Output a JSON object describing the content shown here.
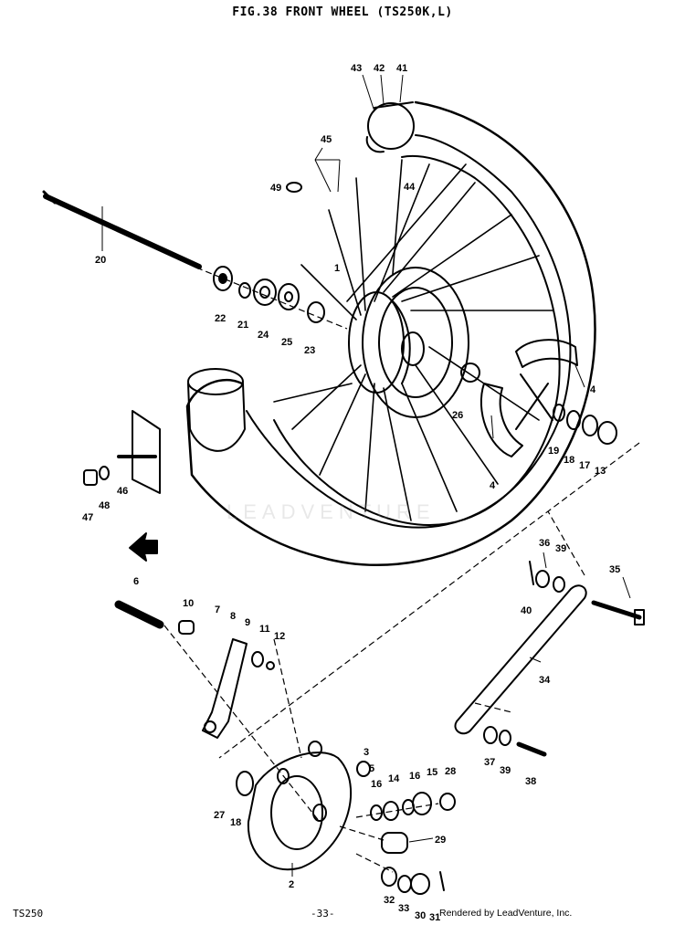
{
  "title": "FIG.38  FRONT WHEEL (TS250K,L)",
  "footer": {
    "model": "TS250",
    "page": "-33-",
    "credit": "Rendered by LeadVenture, Inc."
  },
  "watermark": "LEADVENTURE",
  "colors": {
    "ink": "#000000",
    "paper": "#ffffff"
  },
  "callouts": [
    "43",
    "42",
    "41",
    "45",
    "49",
    "44",
    "20",
    "22",
    "21",
    "24",
    "25",
    "23",
    "26",
    "4",
    "19",
    "18",
    "17",
    "13",
    "46",
    "48",
    "47",
    "6",
    "10",
    "7",
    "8",
    "9",
    "11",
    "12",
    "36",
    "39",
    "35",
    "40",
    "34",
    "3",
    "2",
    "27",
    "18",
    "16",
    "14",
    "16",
    "15",
    "28",
    "29",
    "32",
    "33",
    "30",
    "31",
    "37",
    "39",
    "38",
    "5",
    "1"
  ]
}
